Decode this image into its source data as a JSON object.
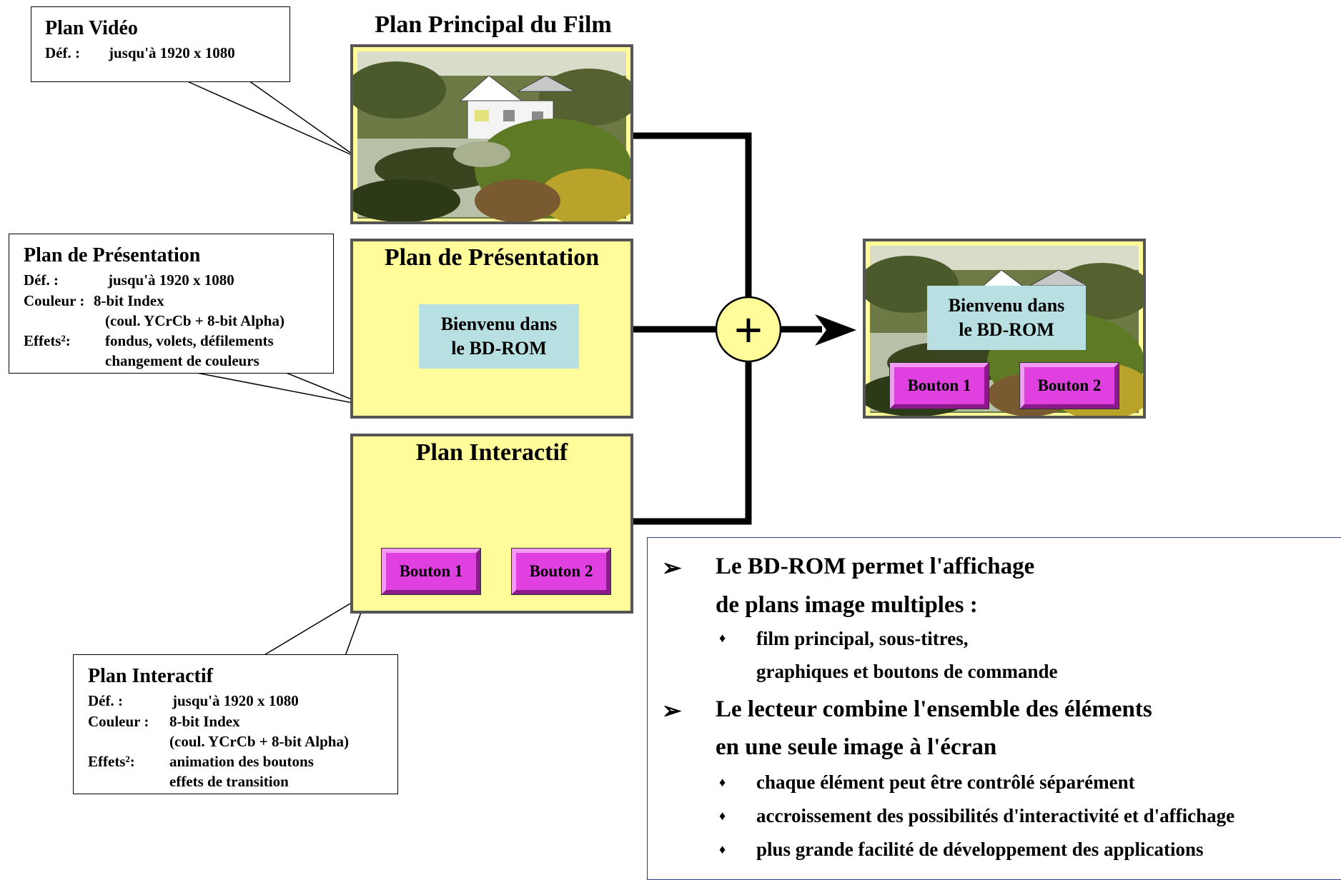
{
  "main_title": "Plan Principal du Film",
  "video_callout": {
    "title": "Plan Vidéo",
    "rows": [
      {
        "label": "Déf. :",
        "value": "jusqu'à 1920 x 1080"
      }
    ]
  },
  "presentation_callout": {
    "title": "Plan de Présentation",
    "rows": [
      {
        "label": "Déf. :",
        "value": "jusqu'à 1920 x 1080"
      },
      {
        "label": "Couleur :",
        "value": "8-bit Index"
      },
      {
        "label": "",
        "value": "(coul. YCrCb + 8-bit Alpha)"
      },
      {
        "label": "Effets²:",
        "value": "fondus, volets, défilements"
      },
      {
        "label": "",
        "value": "changement de couleurs"
      }
    ]
  },
  "interactive_callout": {
    "title": "Plan Interactif",
    "rows": [
      {
        "label": "Déf. :",
        "value": "jusqu'à 1920 x 1080"
      },
      {
        "label": "Couleur :",
        "value": "8-bit Index"
      },
      {
        "label": "",
        "value": "(coul. YCrCb + 8-bit Alpha)"
      },
      {
        "label": "Effets²:",
        "value": "animation des boutons"
      },
      {
        "label": "",
        "value": "effets de transition"
      }
    ]
  },
  "presentation_plane": {
    "title": "Plan de Présentation",
    "welcome_line1": "Bienvenu dans",
    "welcome_line2": "le BD-ROM"
  },
  "interactive_plane": {
    "title": "Plan Interactif",
    "button1": "Bouton 1",
    "button2": "Bouton 2"
  },
  "combiner_symbol": "+",
  "result": {
    "welcome_line1": "Bienvenu dans",
    "welcome_line2": "le BD-ROM",
    "button1": "Bouton 1",
    "button2": "Bouton 2"
  },
  "bullet_arrow": "➢",
  "bullet_dot": "♦",
  "bullets": {
    "point1_line1": "Le BD-ROM permet l'affichage",
    "point1_line2": "de plans image multiples :",
    "point1_sub1_line1": "film principal, sous-titres,",
    "point1_sub1_line2": "graphiques et boutons de commande",
    "point2_line1": "Le lecteur combine l'ensemble des éléments",
    "point2_line2": "en une seule image à l'écran",
    "point2_sub1": "chaque élément peut être contrôlé séparément",
    "point2_sub2": "accroissement des possibilités d'interactivité et d'affichage",
    "point2_sub3": "plus grande facilité de développement des applications"
  },
  "colors": {
    "plane_fill": "#fffc99",
    "welcome_fill": "#b8e0e2",
    "button_fill": "#e040e0",
    "plus_circle_fill": "#fffc99"
  }
}
